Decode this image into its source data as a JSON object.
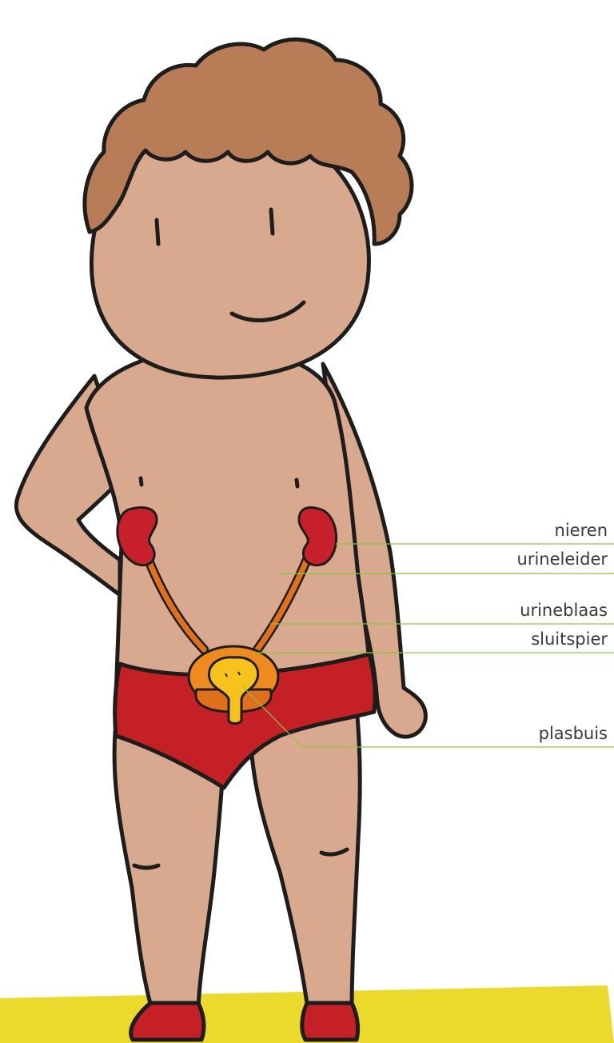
{
  "diagram": {
    "labels": {
      "kidneys": "nieren",
      "ureter": "urineleider",
      "bladder": "urineblaas",
      "sphincter": "sluitspier",
      "urethra": "plasbuis"
    },
    "colors": {
      "skin": "#d9a98f",
      "hair": "#b87d57",
      "briefs": "#c42025",
      "kidney": "#c7202a",
      "ureter": "#e0701c",
      "bladder": "#ee8a1e",
      "urethra": "#f7c21c",
      "floor": "#ebd92c",
      "leader_line": "#8fc63f"
    }
  }
}
